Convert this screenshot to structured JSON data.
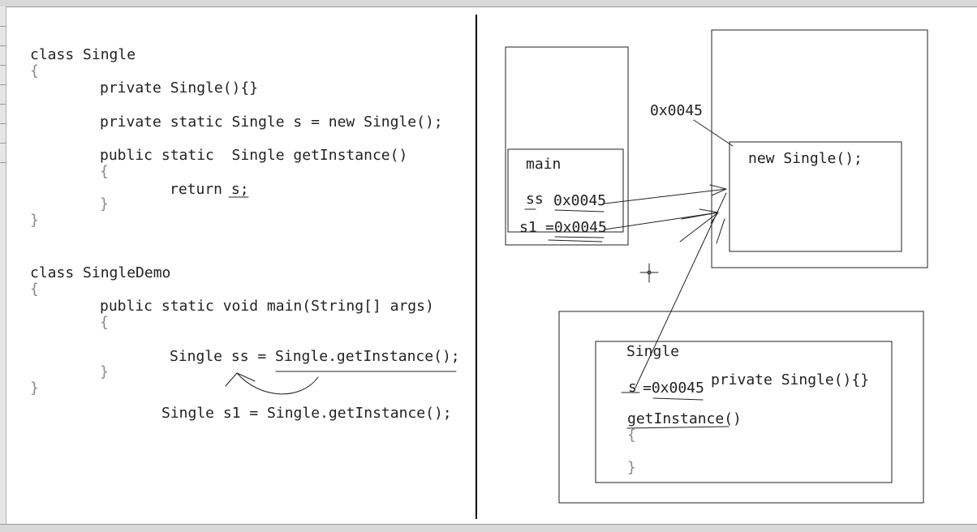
{
  "code": {
    "single_class_header": "class Single",
    "open_brace": "{",
    "close_brace": "}",
    "private_constructor": "private Single(){}",
    "static_field": "private static Single s = new Single();",
    "get_instance_sig": "public static  Single getInstance()",
    "return_keyword": "return ",
    "return_value": "s;",
    "demo_class_header": "class SingleDemo",
    "main_sig": "public static void main(String[] args)",
    "ss_decl": "Single ss = Single.getInstance();",
    "s1_decl": "Single s1 = Single.getInstance();"
  },
  "memory": {
    "heap_address_label": "0x0045",
    "heap_object_label": "new Single();",
    "main_frame_label": "main",
    "ss_var": "ss",
    "ss_value": "0x0045",
    "s1_var": "s1",
    "s1_value": "=0x0045",
    "method_area_class_label": "Single",
    "field_s_var": "s",
    "field_s_value": "=0x0045",
    "method_area_constructor": "private Single(){}",
    "method_area_get_instance": "getInstance()",
    "method_area_open_brace": "{",
    "method_area_close_brace": "}"
  },
  "colors": {
    "ink": "#222222",
    "frame": "#d9d9d9"
  }
}
